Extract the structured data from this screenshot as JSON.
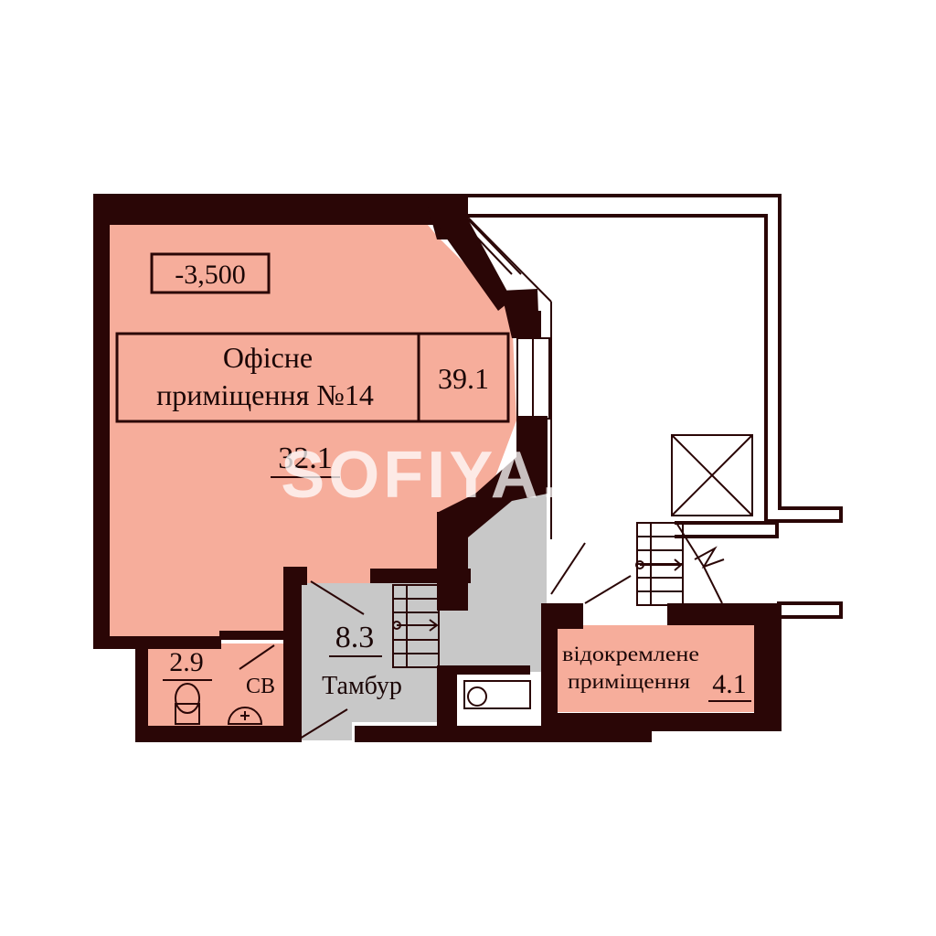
{
  "colors": {
    "wall": "#2a0606",
    "office_fill": "#f6ad9b",
    "common_fill": "#c8c8c8",
    "outline": "#2a0606",
    "watermark": "#ffffff"
  },
  "level_mark": "-3,500",
  "office": {
    "name_line1": "Офісне",
    "name_line2": "приміщення №14",
    "total_area": "39.1",
    "room_area": "32.1"
  },
  "wc": {
    "area": "2.9",
    "label": "СВ"
  },
  "vestibule": {
    "area": "8.3",
    "label": "Тамбур"
  },
  "separate_room": {
    "line1": "відокремлене",
    "line2": "приміщення",
    "area": "4.1"
  },
  "watermark": "SOFIYA.",
  "icons": {
    "toilet": "toilet-icon",
    "washbasin": "washbasin-icon",
    "shaft": "ventilation-shaft-icon",
    "stairs": "stairs-icon",
    "bathtub": "bathtub-icon"
  }
}
